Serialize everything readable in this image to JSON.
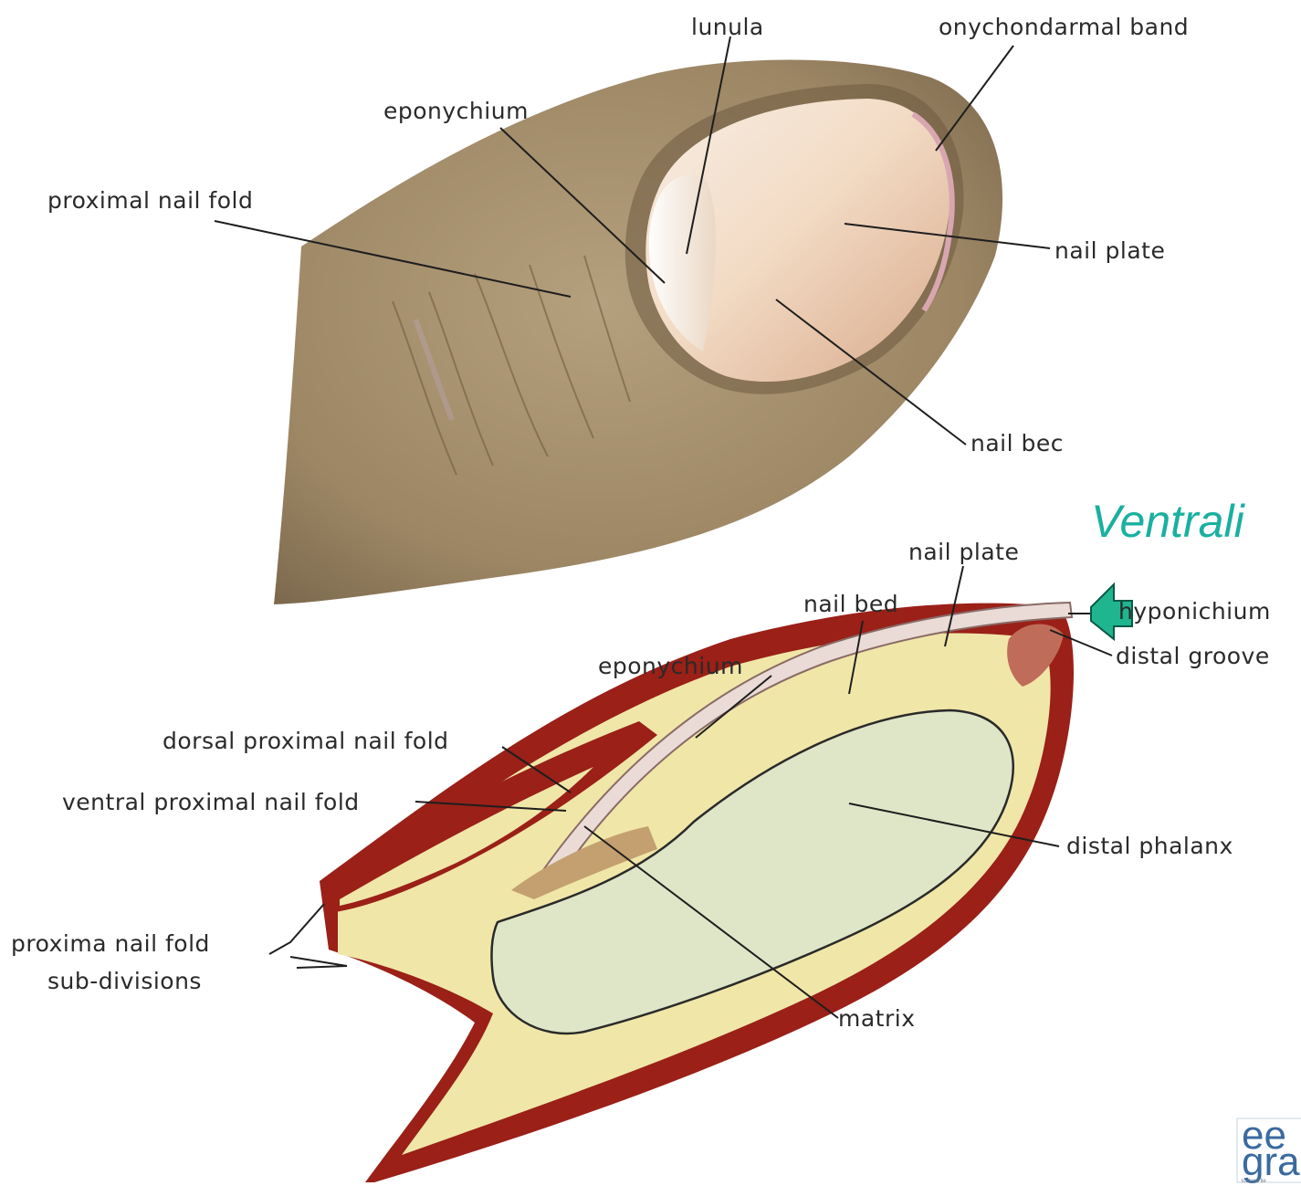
{
  "labels": {
    "lunula": "lunula",
    "onychodermal_band": "onychondarmal band",
    "eponychium_top": "eponychium",
    "proximal_nail_fold": "proximal nail fold",
    "nail_plate_top": "nail plate",
    "nail_bed_top": "nail bec",
    "ventral_heading": "Ventrali",
    "nail_plate_bottom": "nail plate",
    "nail_bed_bottom": "nail bed",
    "hyponichium": "hyponichium",
    "distal_groove": "distal groove",
    "eponychium_bottom": "eponychium",
    "dorsal_proximal_nail_fold": "dorsal proximal nail fold",
    "ventral_proximal_nail_fold": "ventral proximal nail fold",
    "distal_phalanx": "distal phalanx",
    "proximal_subdivisions_line1": "proxima nail fold",
    "proximal_subdivisions_line2": "sub-divisions",
    "matrix": "matrix"
  },
  "logo": {
    "line1": "ee",
    "line2": "gra",
    "tagline": "iceland lie"
  },
  "colors": {
    "skin": "#a08a6a",
    "nail": "#f2e2d4",
    "tissue_red": "#9a2018",
    "fat_yellow": "#f0e6a8",
    "bone": "#dfe6c8",
    "marker_green": "#1fb58f",
    "heading_teal": "#1ab0a0"
  },
  "icons": {
    "pointer": "green-arrow-marker-icon",
    "logo": "eea-grants-logo-icon"
  }
}
